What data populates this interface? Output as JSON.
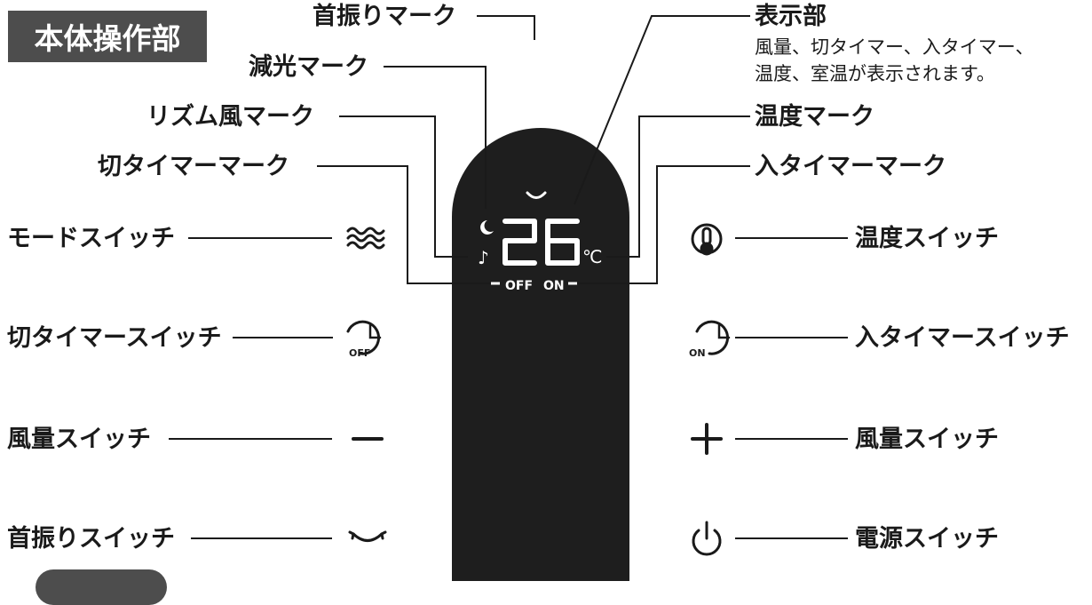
{
  "title": "本体操作部",
  "labels": {
    "swing_mark": "首振りマーク",
    "dimmer_mark": "減光マーク",
    "rhythm_mark": "リズム風マーク",
    "off_timer_mark": "切タイマーマーク",
    "mode_switch": "モードスイッチ",
    "off_timer_switch": "切タイマースイッチ",
    "wind_down_switch": "風量スイッチ",
    "swing_switch": "首振りスイッチ",
    "display": "表示部",
    "display_desc_1": "風量、切タイマー、入タイマー、",
    "display_desc_2": "温度、室温が表示されます。",
    "temp_mark": "温度マーク",
    "on_timer_mark": "入タイマーマーク",
    "temp_switch": "温度スイッチ",
    "on_timer_switch": "入タイマースイッチ",
    "wind_up_switch": "風量スイッチ",
    "power_switch": "電源スイッチ"
  },
  "panel": {
    "temperature": "26",
    "unit": "℃",
    "off": "OFF",
    "on": "ON",
    "off_icon_text": "OFF",
    "on_icon_text": "ON"
  },
  "colors": {
    "panel": "#1e1e1e",
    "title_bg": "#4d4d4d",
    "text": "#1a1a1a",
    "panel_text": "#ffffff"
  },
  "icons": [
    "wave-icon",
    "off-timer-icon",
    "minus-icon",
    "swing-icon",
    "thermometer-icon",
    "on-timer-icon",
    "plus-icon",
    "power-icon",
    "moon-icon",
    "note-icon"
  ]
}
